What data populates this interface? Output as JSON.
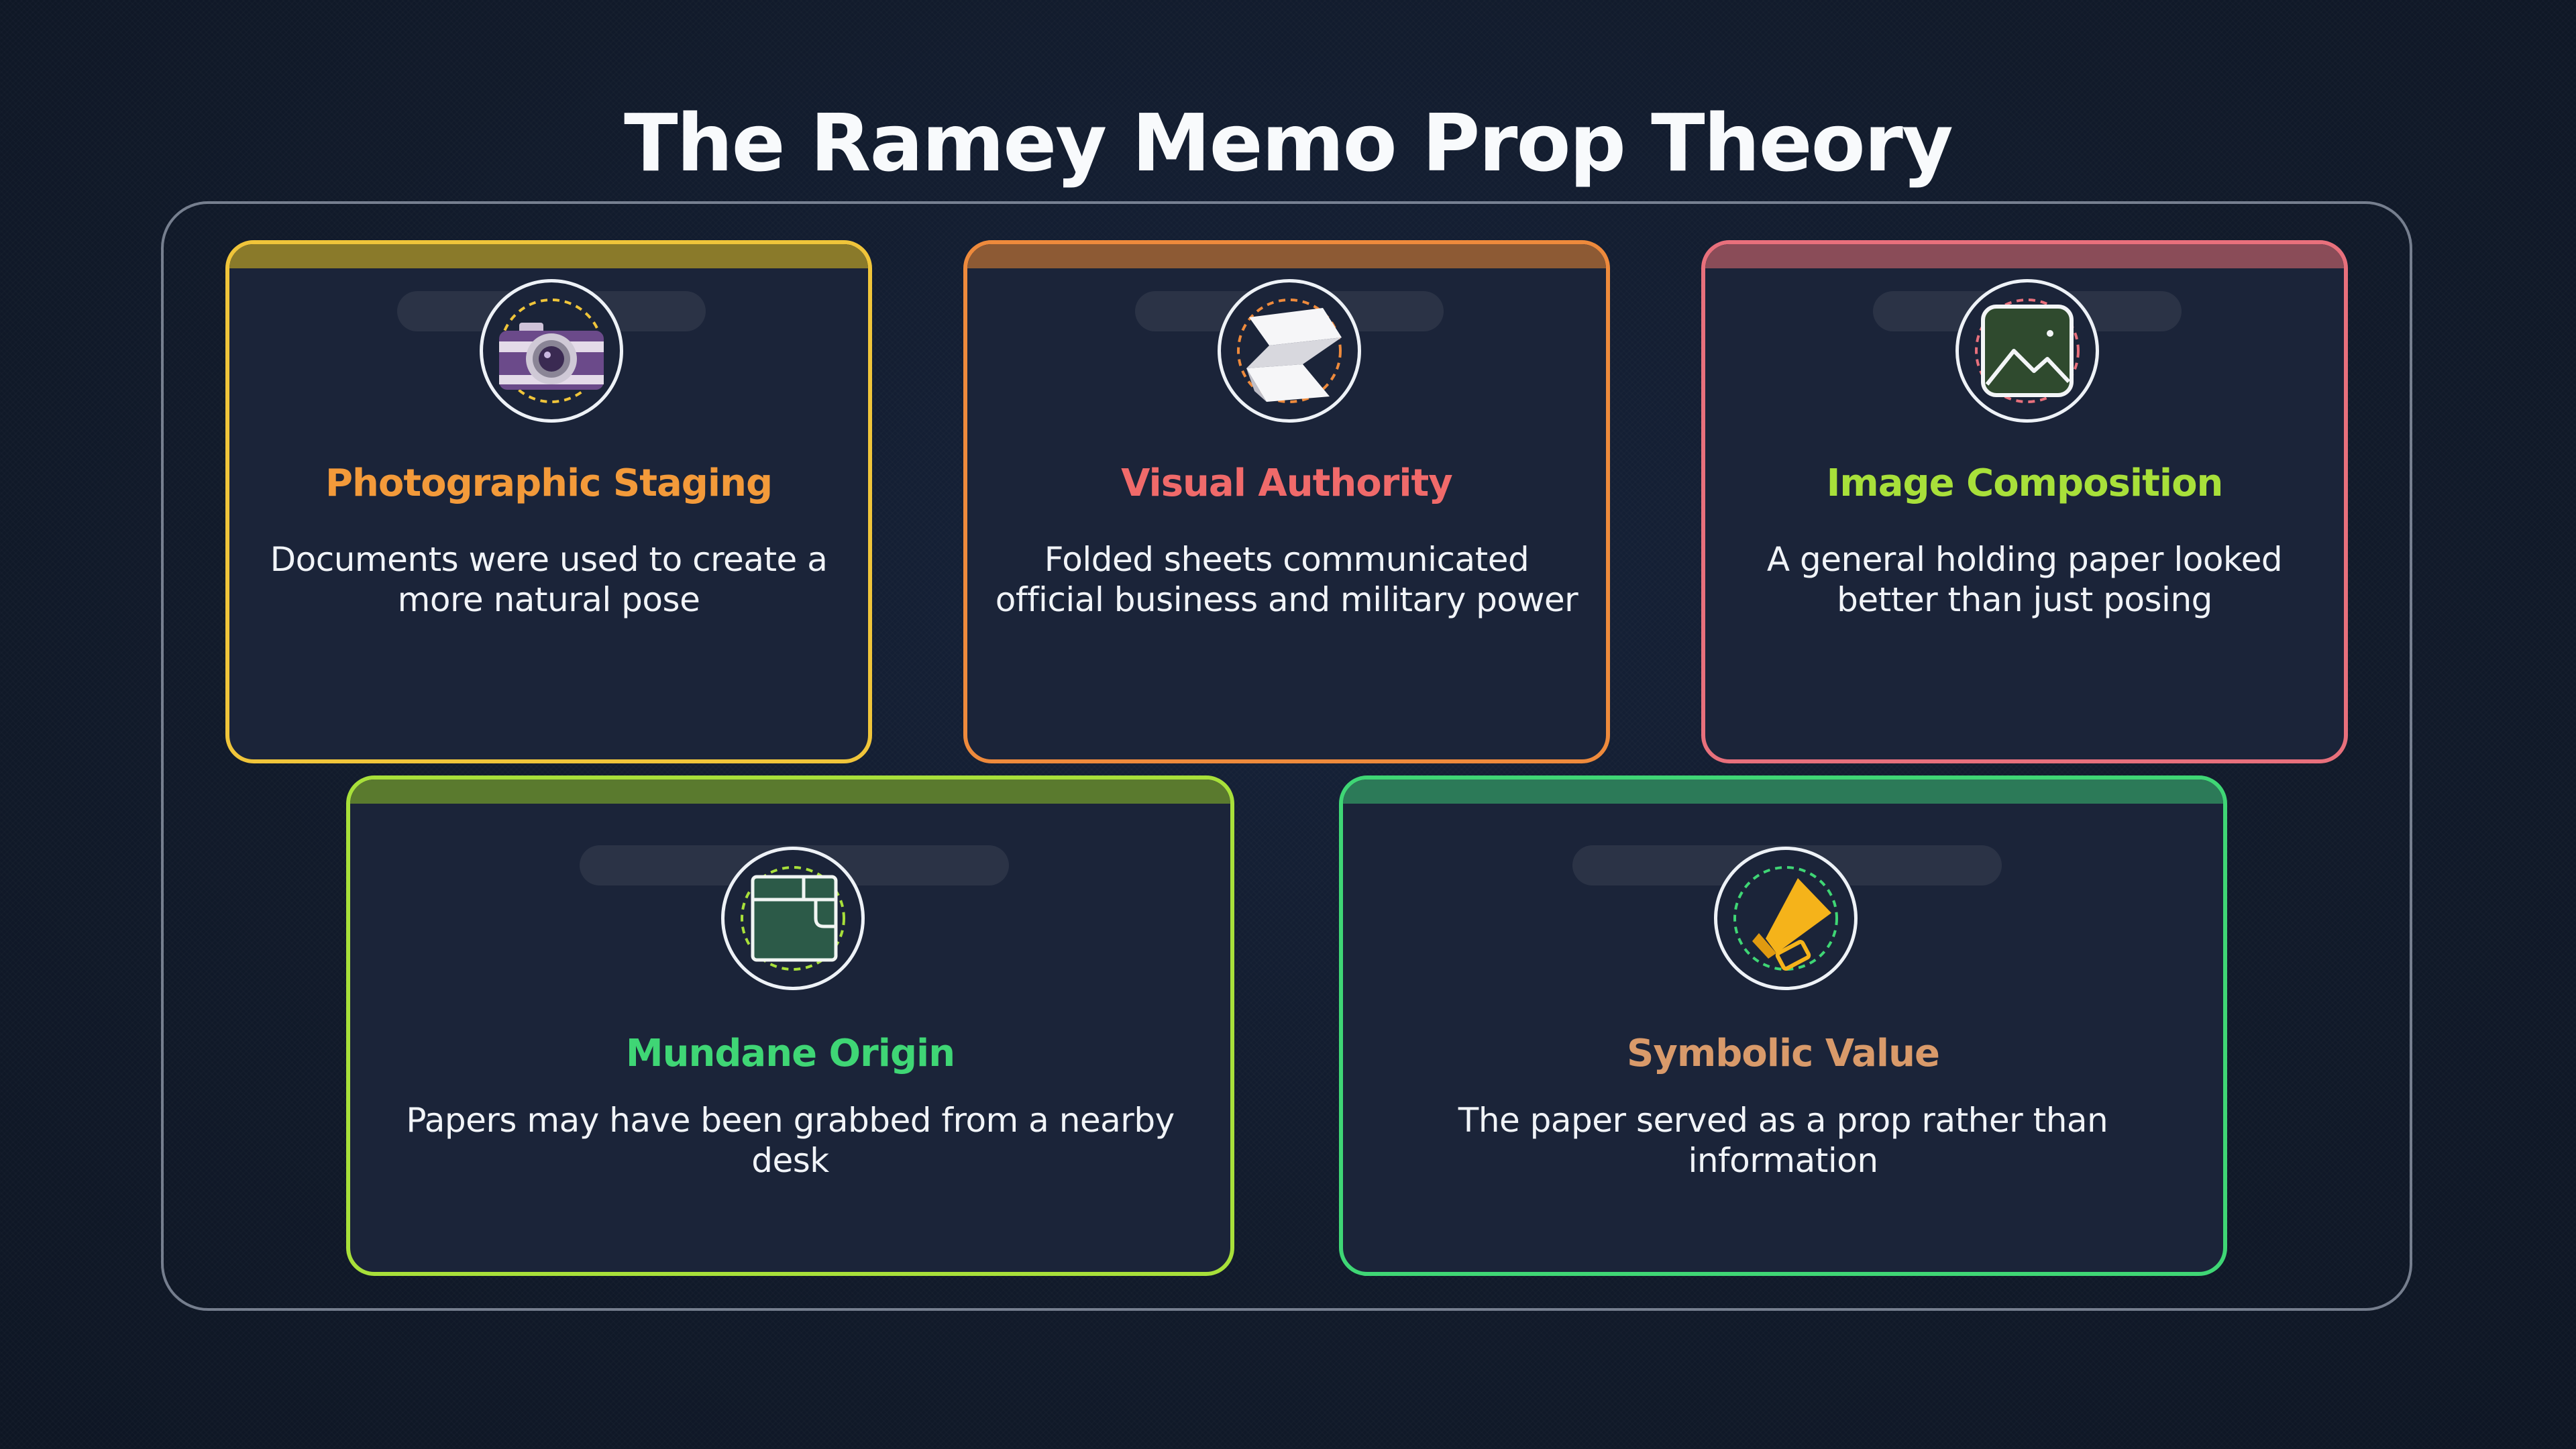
{
  "title": "The Ramey Memo Prop Theory",
  "cards": [
    {
      "title": "Photographic Staging",
      "text": "Documents were used to create a more natural pose",
      "icon": "camera-icon",
      "border_color": "#f0c53a",
      "bar_color": "#8a7a2a",
      "title_color": "#f39a3a"
    },
    {
      "title": "Visual Authority",
      "text": "Folded sheets communicated official business and military power",
      "icon": "folded-paper-icon",
      "border_color": "#ee8a3c",
      "bar_color": "#8d5a34",
      "title_color": "#f06a6a"
    },
    {
      "title": "Image Composition",
      "text": "A general holding paper looked better than just posing",
      "icon": "landscape-image-icon",
      "border_color": "#e8707c",
      "bar_color": "#8a4c58",
      "title_color": "#a8e03a"
    },
    {
      "title": "Mundane Origin",
      "text": "Papers may have been grabbed from a nearby desk",
      "icon": "window-layout-icon",
      "border_color": "#a8e03a",
      "bar_color": "#5a7a2e",
      "title_color": "#3fd675"
    },
    {
      "title": "Symbolic Value",
      "text": "The paper served as a prop rather than information",
      "icon": "megaphone-icon",
      "border_color": "#3fd675",
      "bar_color": "#2c7a58",
      "title_color": "#d99a6a"
    }
  ]
}
